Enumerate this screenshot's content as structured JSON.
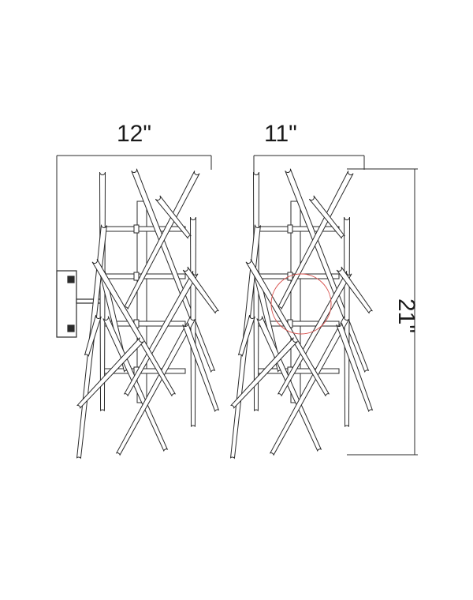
{
  "dimensions": {
    "side_width": "12\"",
    "front_width": "11\"",
    "height": "21\""
  },
  "colors": {
    "line": "#2a2a2a",
    "rod_fill": "#ffffff",
    "highlight": "#d9534f"
  }
}
